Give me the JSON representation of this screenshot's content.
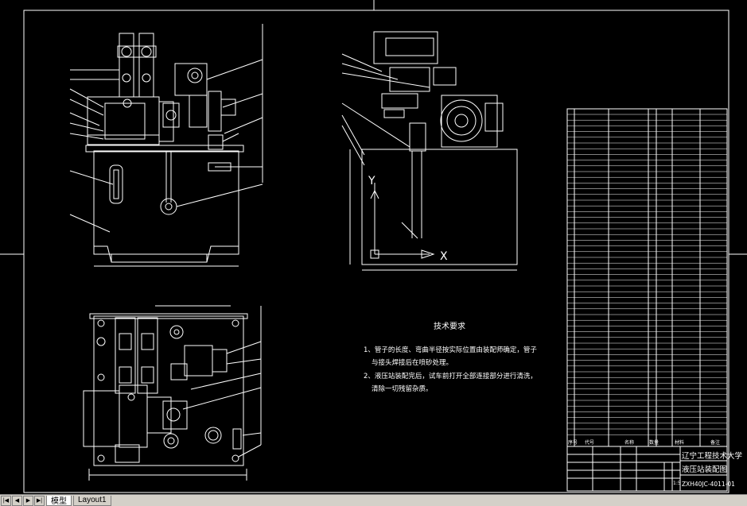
{
  "tech_requirements": {
    "title": "技术要求",
    "line1": "1、管子的长度、弯曲半径按实际位置由装配师确定，管子",
    "line2": "与接头焊接后在喷砂处理。",
    "line3": "2、液压站装配完后，试车前打开全部连接部分进行清洗，",
    "line4": "清除一切残留杂质。"
  },
  "title_block": {
    "school": "辽宁工程技术大学",
    "drawing_name": "液压站装配图",
    "drawing_no": "ZXH40JC-4011-01",
    "scale": "1:5"
  },
  "bom_header": {
    "col_no": "序号",
    "col_code": "代号",
    "col_name": "名称",
    "col_qty": "数量",
    "col_material": "材料",
    "col_note": "备注"
  },
  "axis": {
    "x_label": "X",
    "y_label": "Y"
  },
  "tabs": {
    "model": "模型",
    "layout1": "Layout1"
  },
  "colors": {
    "background": "#000000",
    "line": "#ffffff",
    "tabbar": "#d4d0c8"
  }
}
